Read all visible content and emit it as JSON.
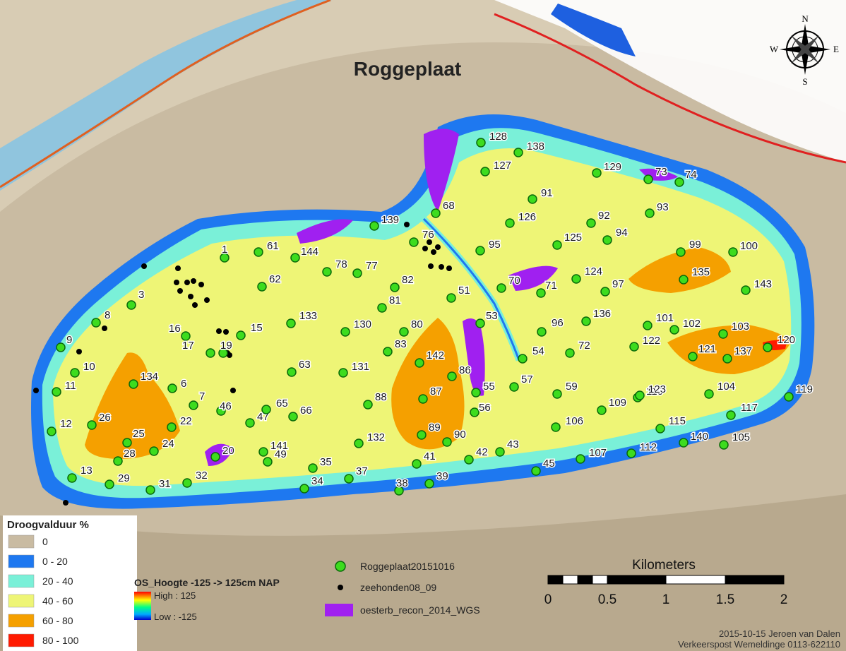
{
  "title": "Roggeplaat",
  "compass": {
    "n": "N",
    "e": "E",
    "s": "S",
    "w": "W"
  },
  "legend": {
    "title": "Droogvalduur %",
    "classes": [
      {
        "label": "0",
        "color": "#c9bba2"
      },
      {
        "label": "0 - 20",
        "color": "#1e78f0"
      },
      {
        "label": "20 - 40",
        "color": "#7af0d8"
      },
      {
        "label": "40 - 60",
        "color": "#eef576"
      },
      {
        "label": "60 - 80",
        "color": "#f5a000"
      },
      {
        "label": "80 - 100",
        "color": "#ff1a00"
      }
    ]
  },
  "elevation_legend": {
    "title": "OS_Hoogte -125 -> 125cm NAP",
    "high": "High : 125",
    "low": "Low : -125"
  },
  "layers": [
    {
      "label": "Roggeplaat20151016",
      "color": "#3ddc1e"
    },
    {
      "label": "zeehonden08_09",
      "color": "#000000"
    },
    {
      "label": "oesterb_recon_2014_WGS",
      "color": "#a020f0"
    }
  ],
  "scalebar": {
    "title": "Kilometers",
    "ticks": [
      "0",
      "0.5",
      "1",
      "1.5",
      "2"
    ]
  },
  "credit": {
    "line1": "2015-10-15 Jeroen van Dalen",
    "line2": "Verkeerspost Wemeldinge 0113-622110"
  },
  "points": [
    "1",
    "3",
    "6",
    "7",
    "8",
    "9",
    "10",
    "11",
    "12",
    "13",
    "15",
    "16",
    "17",
    "19",
    "20",
    "22",
    "24",
    "25",
    "26",
    "28",
    "29",
    "31",
    "32",
    "34",
    "35",
    "37",
    "38",
    "39",
    "41",
    "42",
    "43",
    "45",
    "46",
    "47",
    "49",
    "51",
    "53",
    "54",
    "55",
    "56",
    "57",
    "59",
    "61",
    "62",
    "63",
    "65",
    "66",
    "68",
    "70",
    "71",
    "72",
    "73",
    "74",
    "76",
    "77",
    "78",
    "80",
    "81",
    "82",
    "83",
    "86",
    "87",
    "88",
    "89",
    "90",
    "91",
    "92",
    "93",
    "94",
    "95",
    "96",
    "97",
    "99",
    "100",
    "101",
    "102",
    "103",
    "104",
    "105",
    "106",
    "107",
    "109",
    "110",
    "112",
    "115",
    "117",
    "119",
    "120",
    "121",
    "122",
    "123",
    "124",
    "125",
    "126",
    "127",
    "128",
    "129",
    "130",
    "131",
    "132",
    "133",
    "134",
    "135",
    "136",
    "137",
    "138",
    "139",
    "140",
    "141",
    "142",
    "143",
    "144"
  ]
}
